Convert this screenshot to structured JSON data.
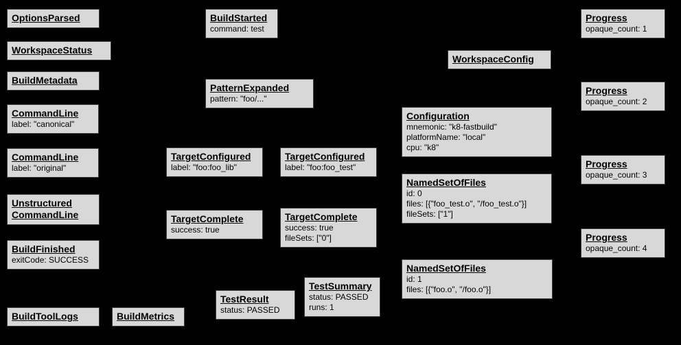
{
  "colors": {
    "background": "#000000",
    "node_fill": "#d8d8d8",
    "node_border": "#404040",
    "node_text": "#000000"
  },
  "boxes": [
    {
      "title": "OptionsParsed",
      "lines": []
    },
    {
      "title": "WorkspaceStatus",
      "lines": []
    },
    {
      "title": "BuildMetadata",
      "lines": []
    },
    {
      "title": "CommandLine",
      "lines": [
        "label: \"canonical\""
      ]
    },
    {
      "title": "CommandLine",
      "lines": [
        "label: \"original\""
      ]
    },
    {
      "title": "Unstructured CommandLine",
      "lines": []
    },
    {
      "title": "BuildFinished",
      "lines": [
        "exitCode: SUCCESS"
      ]
    },
    {
      "title": "BuildToolLogs",
      "lines": []
    },
    {
      "title": "BuildMetrics",
      "lines": []
    },
    {
      "title": "BuildStarted",
      "lines": [
        "command: test"
      ]
    },
    {
      "title": "PatternExpanded",
      "lines": [
        "pattern: \"foo/...\""
      ]
    },
    {
      "title": "TargetConfigured",
      "lines": [
        "label: \"foo:foo_lib\""
      ]
    },
    {
      "title": "TargetConfigured",
      "lines": [
        "label: \"foo:foo_test\""
      ]
    },
    {
      "title": "TargetComplete",
      "lines": [
        "success: true"
      ]
    },
    {
      "title": "TargetComplete",
      "lines": [
        "success: true",
        "fileSets: [\"0\"]"
      ]
    },
    {
      "title": "TestResult",
      "lines": [
        "status: PASSED"
      ]
    },
    {
      "title": "TestSummary",
      "lines": [
        "status: PASSED",
        "runs: 1"
      ]
    },
    {
      "title": "WorkspaceConfig",
      "lines": []
    },
    {
      "title": "Configuration",
      "lines": [
        "mnemonic: \"k8-fastbuild\"",
        "platformName: \"local\"",
        "cpu: \"k8\""
      ]
    },
    {
      "title": "NamedSetOfFiles",
      "lines": [
        "id: 0",
        "files: [{\"foo_test.o\", \"/foo_test.o\"}]",
        "fileSets: [\"1\"]"
      ]
    },
    {
      "title": "NamedSetOfFiles",
      "lines": [
        "id: 1",
        "files: [{\"foo.o\", \"/foo.o\"}]"
      ]
    },
    {
      "title": "Progress",
      "lines": [
        "opaque_count: 1"
      ]
    },
    {
      "title": "Progress",
      "lines": [
        "opaque_count: 2"
      ]
    },
    {
      "title": "Progress",
      "lines": [
        "opaque_count: 3"
      ]
    },
    {
      "title": "Progress",
      "lines": [
        "opaque_count: 4"
      ]
    }
  ]
}
